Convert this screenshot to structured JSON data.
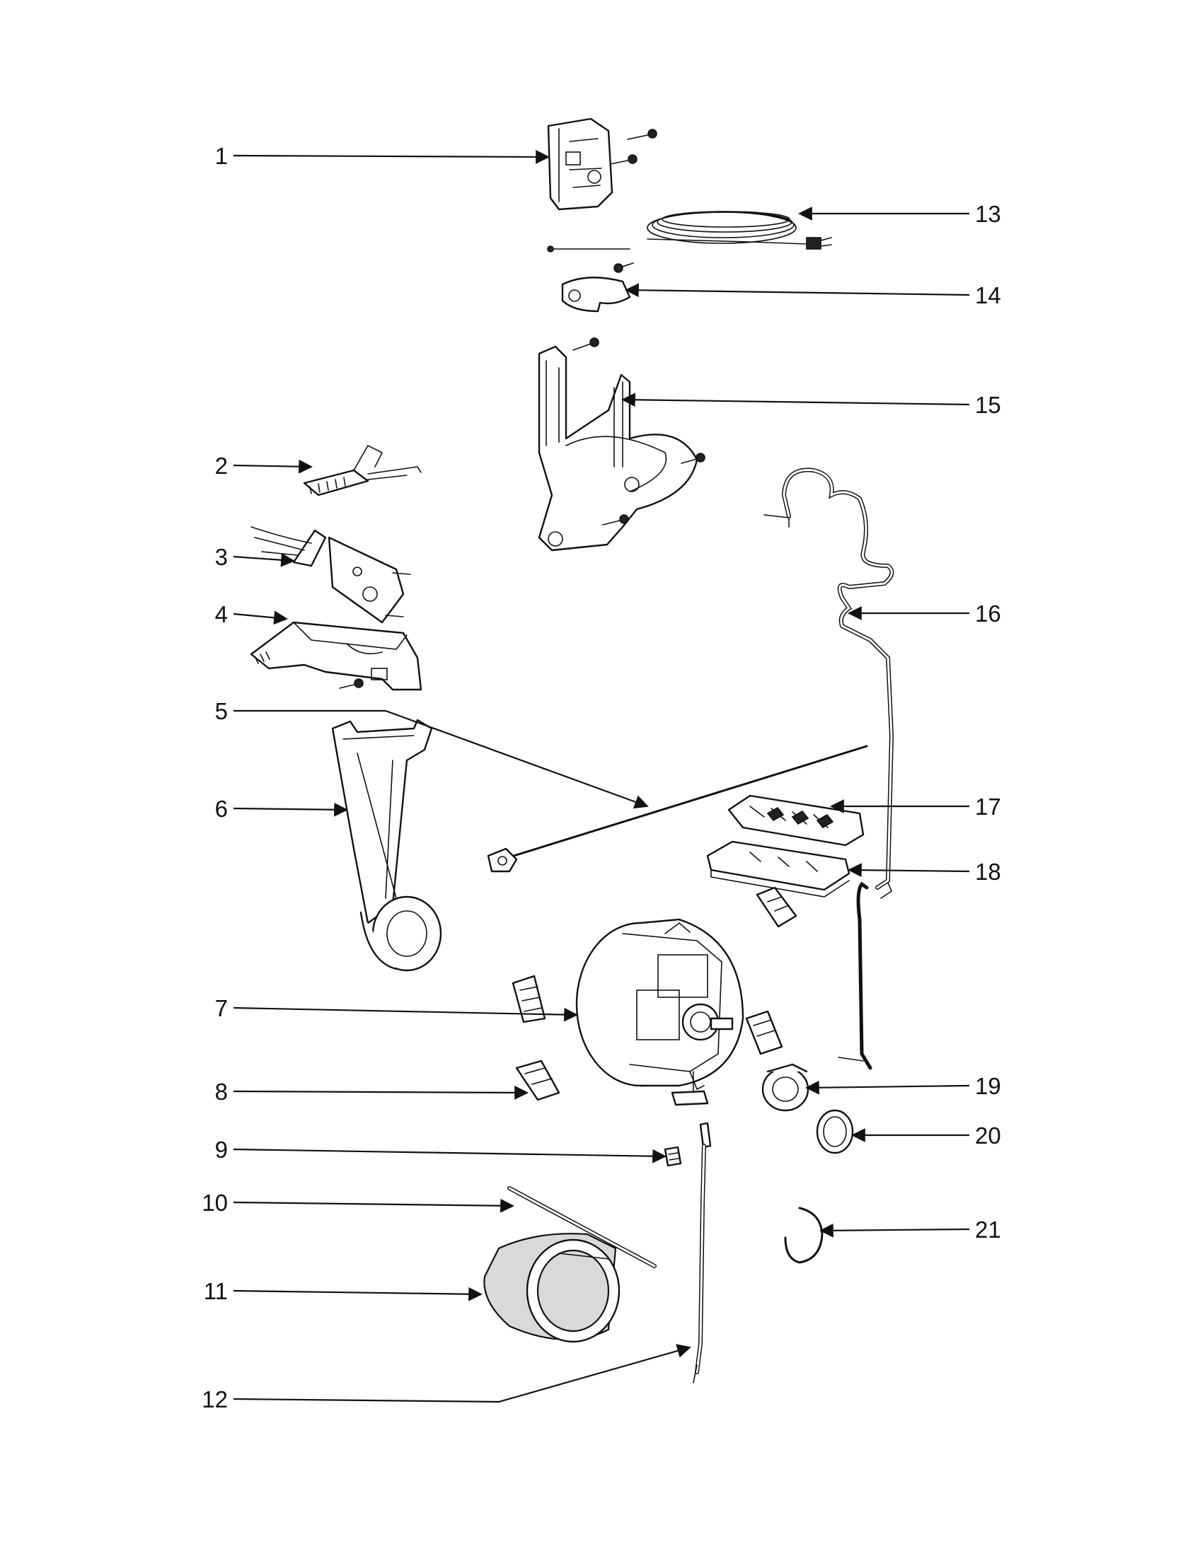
{
  "callouts": [
    {
      "number": "1"
    },
    {
      "number": "2"
    },
    {
      "number": "3"
    },
    {
      "number": "4"
    },
    {
      "number": "5"
    },
    {
      "number": "6"
    },
    {
      "number": "7"
    },
    {
      "number": "8"
    },
    {
      "number": "9"
    },
    {
      "number": "10"
    },
    {
      "number": "11"
    },
    {
      "number": "12"
    },
    {
      "number": "13"
    },
    {
      "number": "14"
    },
    {
      "number": "15"
    },
    {
      "number": "16"
    },
    {
      "number": "17"
    },
    {
      "number": "18"
    },
    {
      "number": "19"
    },
    {
      "number": "20"
    },
    {
      "number": "21"
    }
  ],
  "colors": {
    "line": "#111111",
    "background": "#ffffff"
  }
}
